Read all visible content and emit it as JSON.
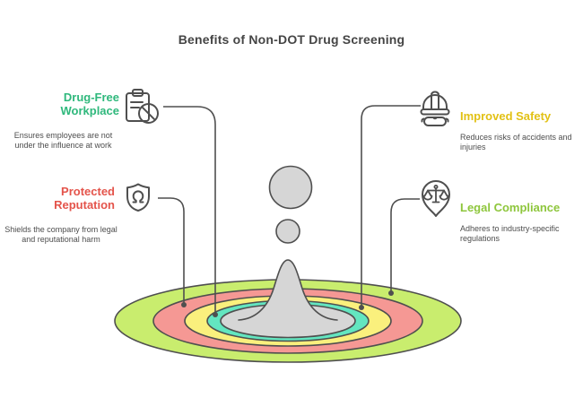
{
  "title": "Benefits of Non-DOT Drug Screening",
  "colors": {
    "title_text": "#454545",
    "body_text": "#4d4d4d",
    "outline": "#4f4f4f",
    "splash_gray": "#d6d6d6",
    "ring_lime": "#c9ed6e",
    "ring_salmon": "#f59894",
    "ring_yellow": "#faf07d",
    "ring_mint": "#63e6c0",
    "ring_center_gray": "#d6d6d6"
  },
  "callouts": {
    "drug_free": {
      "heading": "Drug-Free Workplace",
      "description": "Ensures employees are not under the influence at work",
      "heading_color": "#2fb87c",
      "icon": "clipboard-prohibition-icon",
      "linked_ring": "mint"
    },
    "improved_safety": {
      "heading": "Improved Safety",
      "description": "Reduces risks of accidents and injuries",
      "heading_color": "#e2c115",
      "icon": "hard-hat-icon",
      "linked_ring": "yellow"
    },
    "protected_reputation": {
      "heading": "Protected Reputation",
      "description": "Shields the company from legal and reputational harm",
      "heading_color": "#e4544b",
      "icon": "shield-person-icon",
      "linked_ring": "salmon"
    },
    "legal_compliance": {
      "heading": "Legal Compliance",
      "description": "Adheres to industry-specific regulations",
      "heading_color": "#8ec63c",
      "icon": "scales-pin-icon",
      "linked_ring": "lime"
    }
  }
}
